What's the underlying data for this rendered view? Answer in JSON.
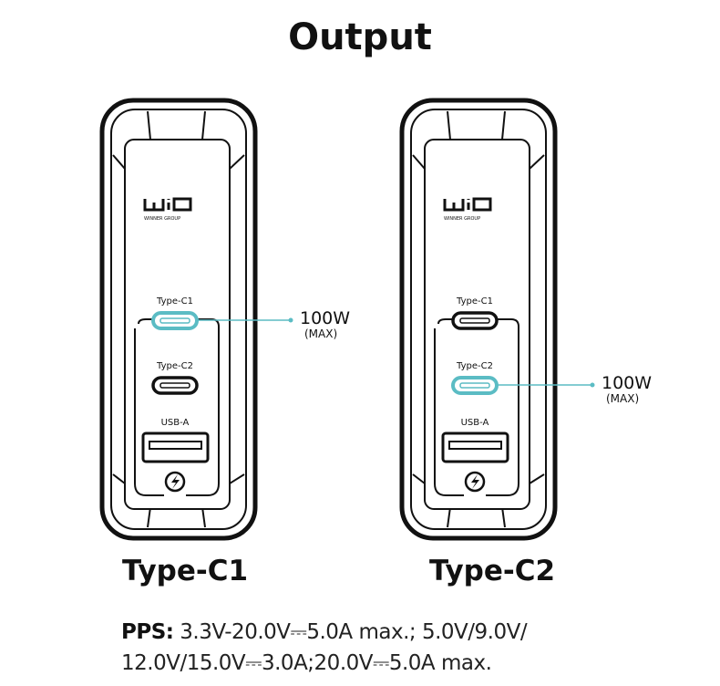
{
  "title": "Output",
  "accent_color": "#5bbcc4",
  "chargers": [
    {
      "caption": "Type-C1",
      "logo": "WG",
      "logo_sub": "WINNER GROUP",
      "ports": [
        "Type-C1",
        "Type-C2",
        "USB-A"
      ],
      "highlighted_port": "Type-C1",
      "power": "100W",
      "power_note": "(MAX)"
    },
    {
      "caption": "Type-C2",
      "logo": "WG",
      "logo_sub": "WINNER GROUP",
      "ports": [
        "Type-C1",
        "Type-C2",
        "USB-A"
      ],
      "highlighted_port": "Type-C2",
      "power": "100W",
      "power_note": "(MAX)"
    }
  ],
  "spec": {
    "label": "PPS:",
    "line1": "3.3V-20.0V⎓5.0A max.; 5.0V/9.0V/",
    "line2": "12.0V/15.0V⎓3.0A;20.0V⎓5.0A max."
  }
}
